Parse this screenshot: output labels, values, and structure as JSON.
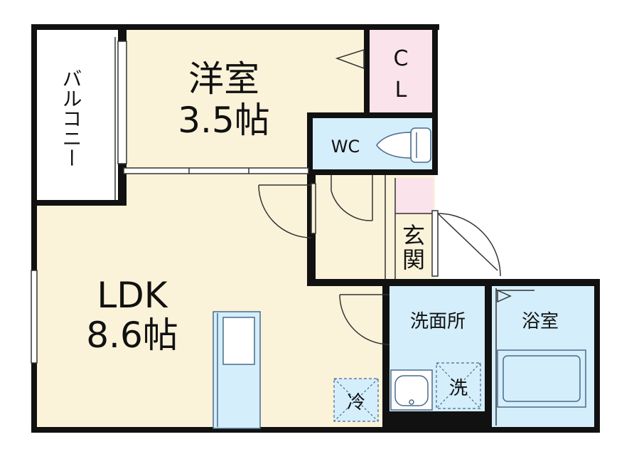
{
  "rooms": {
    "western_room": {
      "name": "洋室",
      "size": "3.5帖"
    },
    "ldk": {
      "name": "LDK",
      "size": "8.6帖"
    },
    "closet": {
      "line1": "C",
      "line2": "L"
    },
    "wc": {
      "label": "WC"
    },
    "entrance": {
      "char1": "玄",
      "char2": "関"
    },
    "washroom": {
      "label": "洗面所"
    },
    "bathroom": {
      "label": "浴室"
    },
    "balcony": {
      "label": "バルコニー"
    }
  },
  "fixtures": {
    "fridge": "冷",
    "washer": "洗"
  },
  "colors": {
    "wall": "#111111",
    "room_floor": "#fbf3d9",
    "wet_area": "#d4eefb",
    "closet": "#fbe3ec",
    "balcony": "#ffffff",
    "fixture_stroke": "#4a6a8a"
  }
}
